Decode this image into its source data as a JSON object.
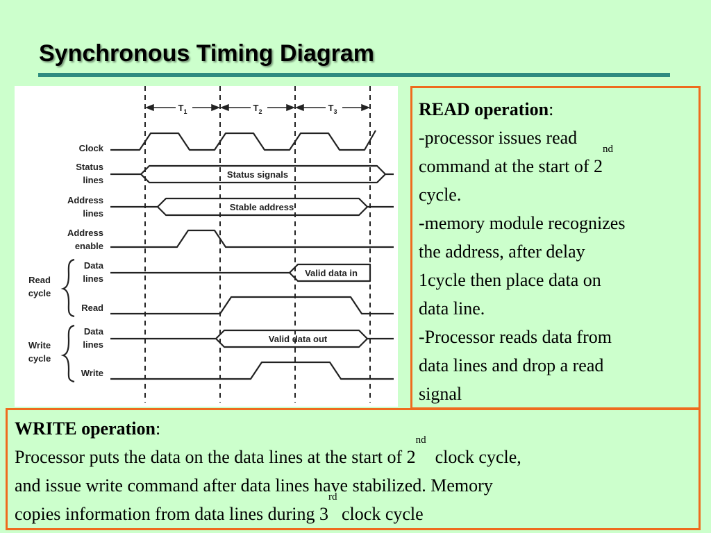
{
  "page": {
    "title": "Synchronous Timing Diagram"
  },
  "diagram": {
    "periods": [
      "T1",
      "T2",
      "T3"
    ],
    "signals": {
      "clock": "Clock",
      "status_l1": "Status",
      "status_l2": "lines",
      "address_l1": "Address",
      "address_l2": "lines",
      "address_enable_l1": "Address",
      "address_enable_l2": "enable",
      "read_cycle_l1": "Read",
      "read_cycle_l2": "cycle",
      "read_data_l1": "Data",
      "read_data_l2": "lines",
      "read": "Read",
      "write_cycle_l1": "Write",
      "write_cycle_l2": "cycle",
      "write_data_l1": "Data",
      "write_data_l2": "lines",
      "write": "Write"
    },
    "bus_labels": {
      "status": "Status signals",
      "address": "Stable address",
      "read_data": "Valid data in",
      "write_data": "Valid data out"
    }
  },
  "read_box": {
    "heading": "READ operation",
    "heading_suffix": ":",
    "line1": "-processor issues read",
    "line2_pre": "command at the start of 2",
    "line2_sup": "nd",
    "line3": "cycle.",
    "line4": "-memory module recognizes",
    "line5": "the address, after delay",
    "line6": "1cycle then place data on",
    "line7": "data line.",
    "line8": "-Processor reads data from",
    "line9": "data lines and drop a read",
    "line10": "signal"
  },
  "write_box": {
    "heading": "WRITE operation",
    "heading_suffix": ":",
    "line1_pre": "Processor puts the data on the data lines at the start of 2",
    "line1_sup": "nd",
    "line1_post": "  clock cycle,",
    "line2": "and issue write command after data lines have stabilized. Memory",
    "line3_pre": "copies information from data lines during 3",
    "line3_sup": "rd",
    "line3_post": " clock cycle"
  }
}
